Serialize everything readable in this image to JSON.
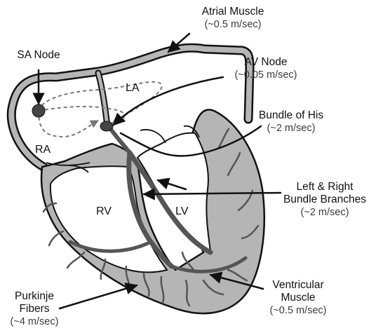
{
  "chambers": {
    "ra": "RA",
    "la": "LA",
    "rv": "RV",
    "lv": "LV"
  },
  "labels": {
    "atrial_muscle": {
      "name": "Atrial Muscle",
      "speed": "(~0.5 m/sec)"
    },
    "sa_node": {
      "name": "SA Node"
    },
    "av_node": {
      "name": "AV Node",
      "speed": "(~0.05 m/sec)"
    },
    "bundle_of_his": {
      "name": "Bundle of His",
      "speed": "(~2 m/sec)"
    },
    "bundle_branches": {
      "name_line1": "Left & Right",
      "name_line2": "Bundle Branches",
      "speed": "(~2 m/sec)"
    },
    "ventricular_muscle": {
      "name_line1": "Ventricular",
      "name_line2": "Muscle",
      "speed": "(~0.5 m/sec)"
    },
    "purkinje_fibers": {
      "name_line1": "Purkinje",
      "name_line2": "Fibers",
      "speed": "(~4 m/sec)"
    }
  },
  "colors": {
    "tissue_fill": "#b5b5b5",
    "outline": "#111111",
    "conduction_path": "#555555",
    "node": "#444444",
    "dashed_path": "#777777"
  }
}
